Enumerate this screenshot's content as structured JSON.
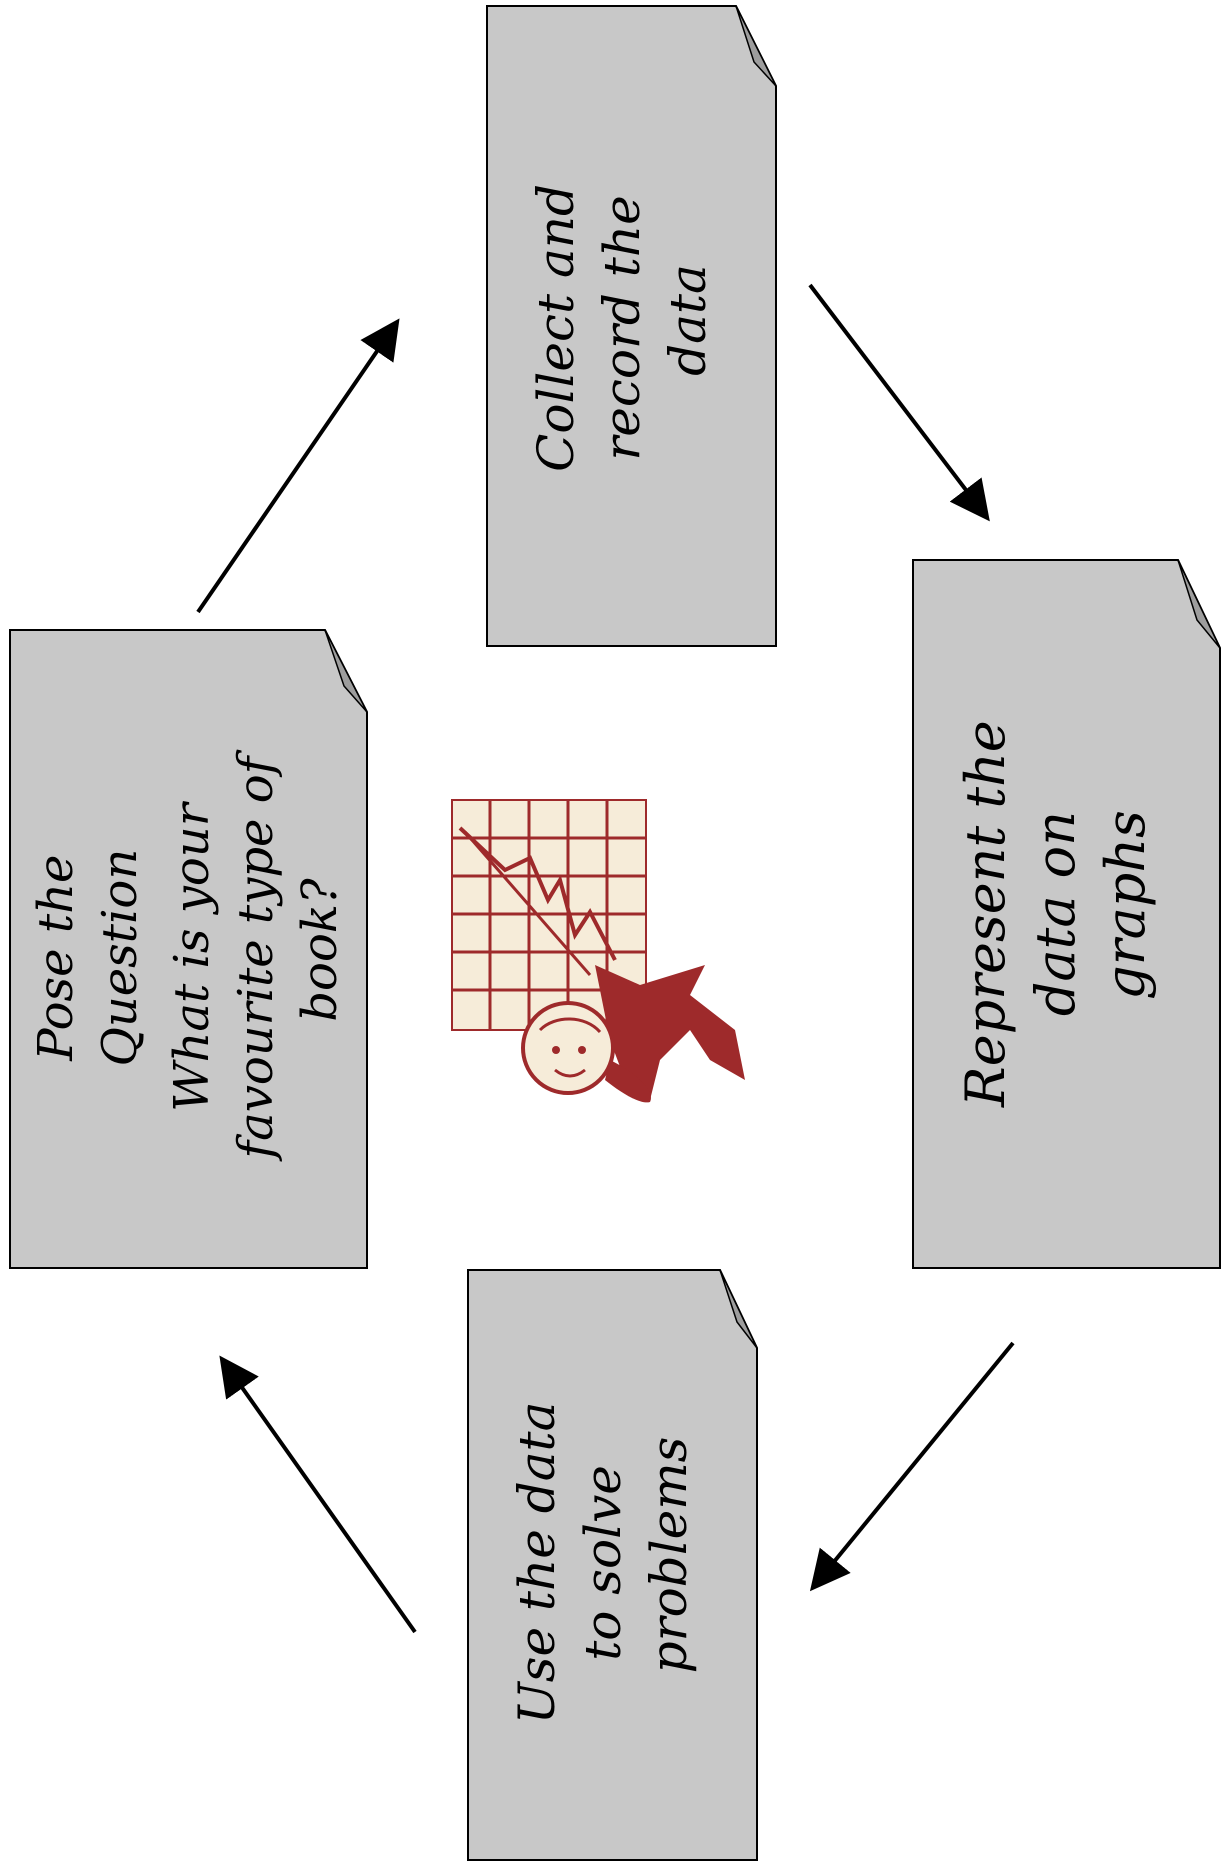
{
  "cards": [
    {
      "id": "pose",
      "lines": [
        "Pose the",
        "Question",
        "What is your",
        "favourite type of",
        "book?"
      ]
    },
    {
      "id": "collect",
      "lines": [
        "Collect and",
        "record the",
        "data"
      ]
    },
    {
      "id": "represent",
      "lines": [
        "Represent the",
        "data  on",
        "graphs"
      ]
    },
    {
      "id": "use",
      "lines": [
        "Use the data",
        "to solve",
        "problems"
      ]
    }
  ],
  "clipart": {
    "icon": "chart-presenter-icon",
    "color": "#9e2a2b",
    "grid_color": "#f6ecd9"
  },
  "colors": {
    "card_fill": "#c8c8c8",
    "fold_fill": "#9d9d9d",
    "border": "#000000",
    "arrow": "#000000"
  }
}
